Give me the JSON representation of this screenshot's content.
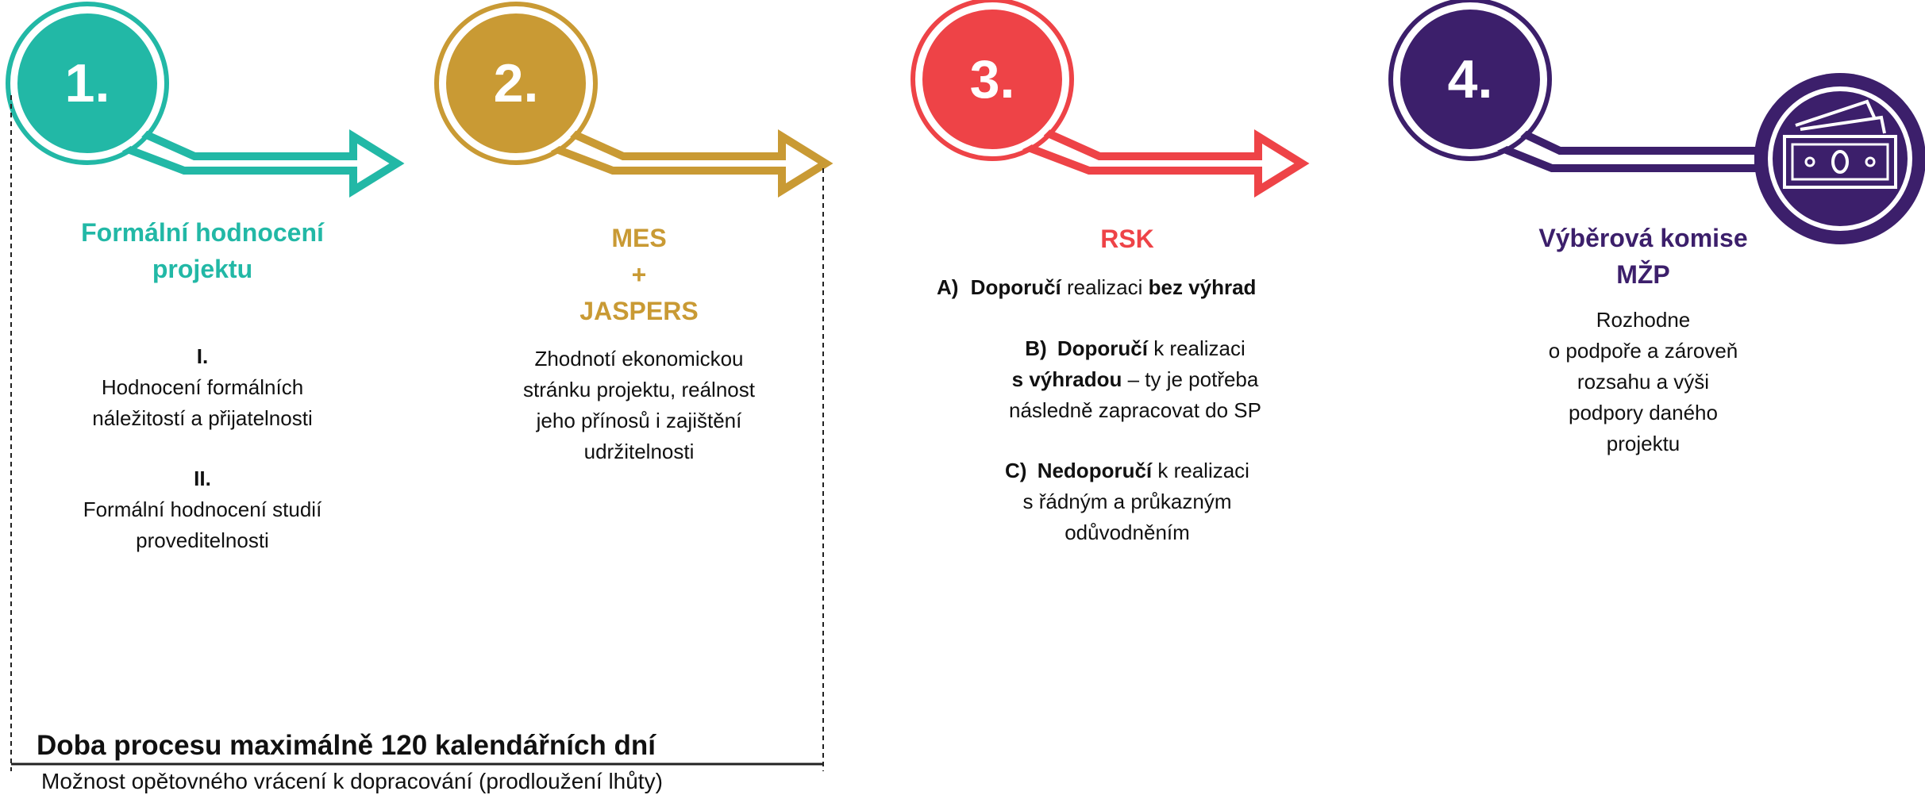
{
  "colors": {
    "step1": "#22b8a6",
    "step2": "#c99a34",
    "step3": "#ee4347",
    "step4": "#3c1f6b"
  },
  "steps": [
    {
      "number": "1.",
      "title_lines": [
        "Formální hodnocení",
        "projektu"
      ],
      "items": [
        {
          "label": "I.",
          "text_lines": [
            "Hodnocení formálních",
            "náležitostí a přijatelnosti"
          ]
        },
        {
          "label": "II.",
          "text_lines": [
            "Formální hodnocení studií",
            "proveditelnosti"
          ]
        }
      ]
    },
    {
      "number": "2.",
      "title_lines": [
        "MES",
        "+",
        "JASPERS"
      ],
      "text_lines": [
        "Zhodnotí ekonomickou",
        "stránku projektu, reálnost",
        "jeho přínosů i zajištění",
        "udržitelnosti"
      ]
    },
    {
      "number": "3.",
      "title": "RSK",
      "options": {
        "a": {
          "label": "A)",
          "bold1": "Doporučí",
          "mid": " realizaci ",
          "bold2": "bez výhrad"
        },
        "b": {
          "label": "B)",
          "bold1": "Doporučí",
          "rest1": " k realizaci",
          "bold2": "s výhradou",
          "rest2": " – ty je potřeba",
          "line3": "následně zapracovat do SP"
        },
        "c": {
          "label": "C)",
          "bold1": "Nedoporučí",
          "rest1": " k realizaci",
          "line2": "s řádným a průkazným",
          "line3": "odůvodněním"
        }
      }
    },
    {
      "number": "4.",
      "title_lines": [
        "Výběrová komise",
        "MŽP"
      ],
      "text_lines": [
        "Rozhodne",
        "o podpoře a zároveň",
        "rozsahu a výši",
        "podpory daného",
        "projektu"
      ],
      "end_icon": "money-bills-icon"
    }
  ],
  "timeline": {
    "title": "Doba procesu maximálně 120 kalendářních dní",
    "note": "Možnost opětovného vrácení k dopracování (prodloužení lhůty)"
  }
}
